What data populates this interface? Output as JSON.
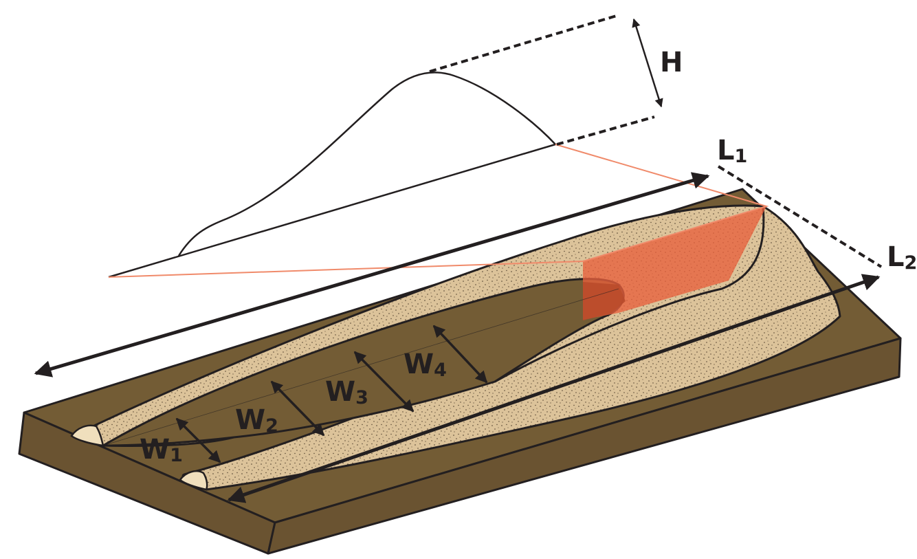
{
  "labels": {
    "height": "H",
    "length_1_main": "L",
    "length_1_sub": "1",
    "length_2_main": "L",
    "length_2_sub": "2",
    "width_1_main": "W",
    "width_1_sub": "1",
    "width_2_main": "W",
    "width_2_sub": "2",
    "width_3_main": "W",
    "width_3_sub": "3",
    "width_4_main": "W",
    "width_4_sub": "4"
  },
  "colors": {
    "base_block": "#735c35",
    "base_block_side": "#6a5331",
    "sand": "#dcc39a",
    "sand_end_cap": "#f0dfbd",
    "crest_highlight": "#e8603c",
    "crest_shadow": "#b84a2a",
    "profile_line": "#f08a6a",
    "ink": "#231f20"
  }
}
